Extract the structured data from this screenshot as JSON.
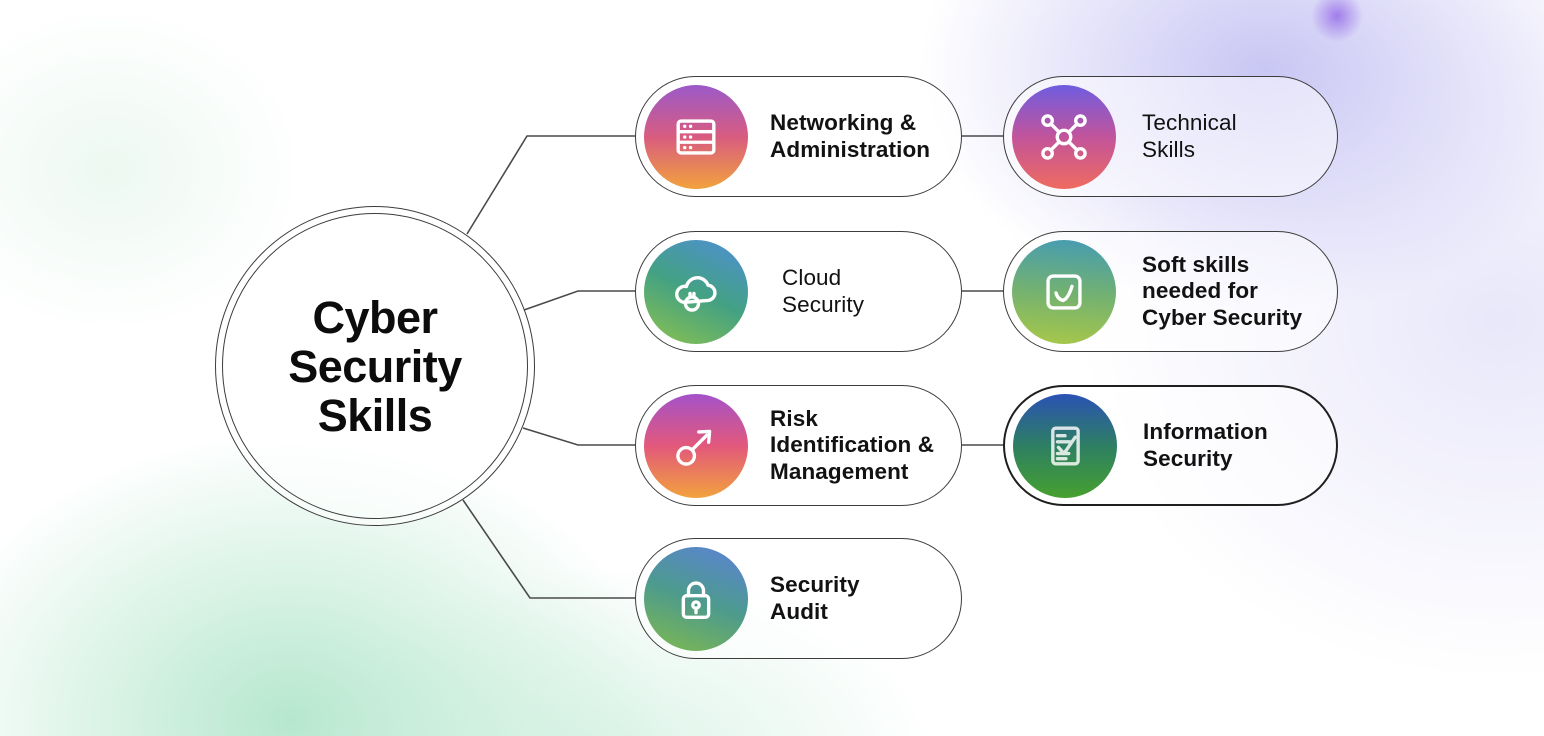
{
  "title": {
    "text": "Cyber\nSecurity\nSkills"
  },
  "theme": {
    "connector_color": "#4a4a4a",
    "pill_border_color": "#3c3c3c",
    "text_color": "#121212",
    "background_base": "#ffffff",
    "background_blob_mint": "#b2e6cb",
    "background_blob_lavender": "#c6c3f3",
    "background_dot_purple": "#976de8"
  },
  "nodes": [
    {
      "id": "networking-administration",
      "label": "Networking &\nAdministration",
      "icon": "server-rack-icon",
      "gradient": {
        "angle": "180deg",
        "stops": [
          "#9b59c9",
          "#d85c80",
          "#f2a23d"
        ]
      }
    },
    {
      "id": "technical-skills",
      "label": "Technical\nSkills",
      "icon": "network-nodes-icon",
      "gradient": {
        "angle": "180deg",
        "stops": [
          "#6f5ce0",
          "#c2549b",
          "#ef6b60"
        ]
      }
    },
    {
      "id": "cloud-security",
      "label": "Cloud\nSecurity",
      "icon": "cloud-lock-icon",
      "gradient": {
        "angle": "205deg",
        "stops": [
          "#4f8ed8",
          "#43a183",
          "#8cc24e"
        ]
      }
    },
    {
      "id": "soft-skills-cyber-security",
      "label": "Soft skills\nneeded for\nCyber Security",
      "icon": "checkbox-check-icon",
      "gradient": {
        "angle": "185deg",
        "stops": [
          "#449bb4",
          "#72b172",
          "#a9c847"
        ]
      }
    },
    {
      "id": "risk-identification-management",
      "label": "Risk\nIdentification &\nManagement",
      "icon": "arrow-up-right-icon",
      "gradient": {
        "angle": "180deg",
        "stops": [
          "#a452c9",
          "#e2587b",
          "#f2a23d"
        ]
      }
    },
    {
      "id": "information-security",
      "label": "Information\nSecurity",
      "icon": "document-check-icon",
      "gradient": {
        "angle": "180deg",
        "stops": [
          "#2a52b4",
          "#2e7f63",
          "#46a02e"
        ]
      }
    },
    {
      "id": "security-audit",
      "label": "Security\nAudit",
      "icon": "padlock-icon",
      "gradient": {
        "angle": "200deg",
        "stops": [
          "#5b82d8",
          "#4d9a8e",
          "#7fba4d"
        ]
      }
    }
  ]
}
